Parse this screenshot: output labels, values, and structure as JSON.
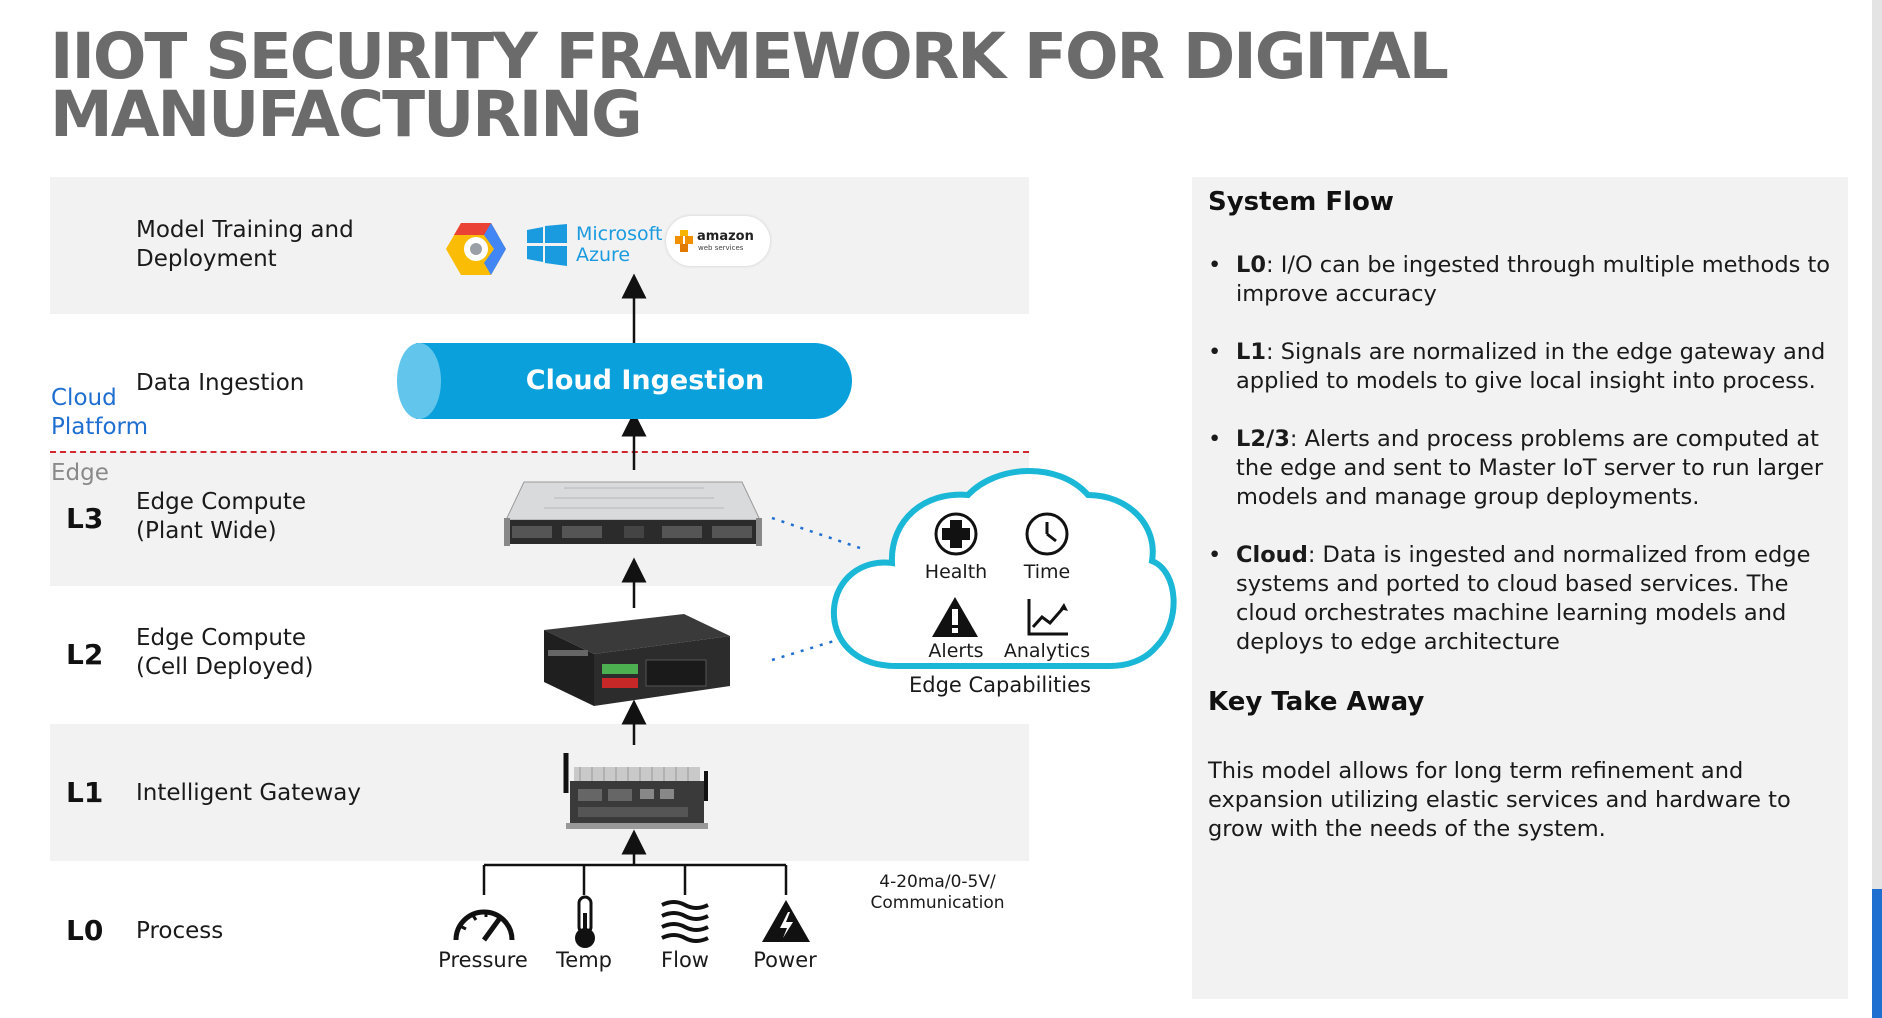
{
  "title": "IIOT SECURITY FRAMEWORK FOR DIGITAL MANUFACTURING",
  "levels": {
    "model": {
      "label": "Model Training and Deployment"
    },
    "ingestion": {
      "label": "Data Ingestion"
    },
    "l3": {
      "tag": "L3",
      "label_line1": "Edge Compute",
      "label_line2": "(Plant Wide)"
    },
    "l2": {
      "tag": "L2",
      "label_line1": "Edge Compute",
      "label_line2": "(Cell Deployed)"
    },
    "l1": {
      "tag": "L1",
      "label": "Intelligent Gateway"
    },
    "l0": {
      "tag": "L0",
      "label": "Process"
    }
  },
  "zones": {
    "cloud_line1": "Cloud",
    "cloud_line2": "Platform",
    "edge": "Edge"
  },
  "cloud_pipe": "Cloud Ingestion",
  "providers": {
    "azure_line1": "Microsoft",
    "azure_line2": "Azure",
    "amazon": "amazon",
    "amazon_sub": "web services"
  },
  "capabilities": {
    "items": [
      {
        "label": "Health",
        "icon": "health-icon"
      },
      {
        "label": "Time",
        "icon": "clock-icon"
      },
      {
        "label": "Alerts",
        "icon": "alert-icon"
      },
      {
        "label": "Analytics",
        "icon": "analytics-icon"
      }
    ],
    "caption": "Edge Capabilities"
  },
  "sensors": [
    {
      "label": "Pressure",
      "icon": "gauge-icon"
    },
    {
      "label": "Temp",
      "icon": "thermometer-icon"
    },
    {
      "label": "Flow",
      "icon": "flow-icon"
    },
    {
      "label": "Power",
      "icon": "power-icon"
    }
  ],
  "comm_line1": "4-20ma/0-5V/",
  "comm_line2": "Communication",
  "panel": {
    "system_flow_title": "System Flow",
    "bullets": [
      {
        "key": "L0",
        "text": ": I/O can be ingested through multiple methods to improve accuracy"
      },
      {
        "key": "L1",
        "text": ": Signals are normalized in the edge gateway and applied to models to give local insight into process."
      },
      {
        "key": "L2/3",
        "text": ": Alerts and process problems are computed at the edge and sent to Master IoT server to run larger models and manage group deployments."
      },
      {
        "key": "Cloud",
        "text": ": Data is ingested and normalized from edge systems and ported to cloud based services. The cloud orchestrates machine learning models and deploys to edge architecture"
      }
    ],
    "key_takeaway_title": "Key Take Away",
    "key_takeaway_text": "This model allows for long term refinement and expansion utilizing elastic services and hardware to grow with the needs of the system."
  },
  "colors": {
    "title": "#6b6b6b",
    "band": "#f2f2f2",
    "pipe": "#0aa0dc",
    "cloud_stroke": "#1ab8d6",
    "cloud_label": "#1f6fd1",
    "dash": "#d0282e"
  }
}
